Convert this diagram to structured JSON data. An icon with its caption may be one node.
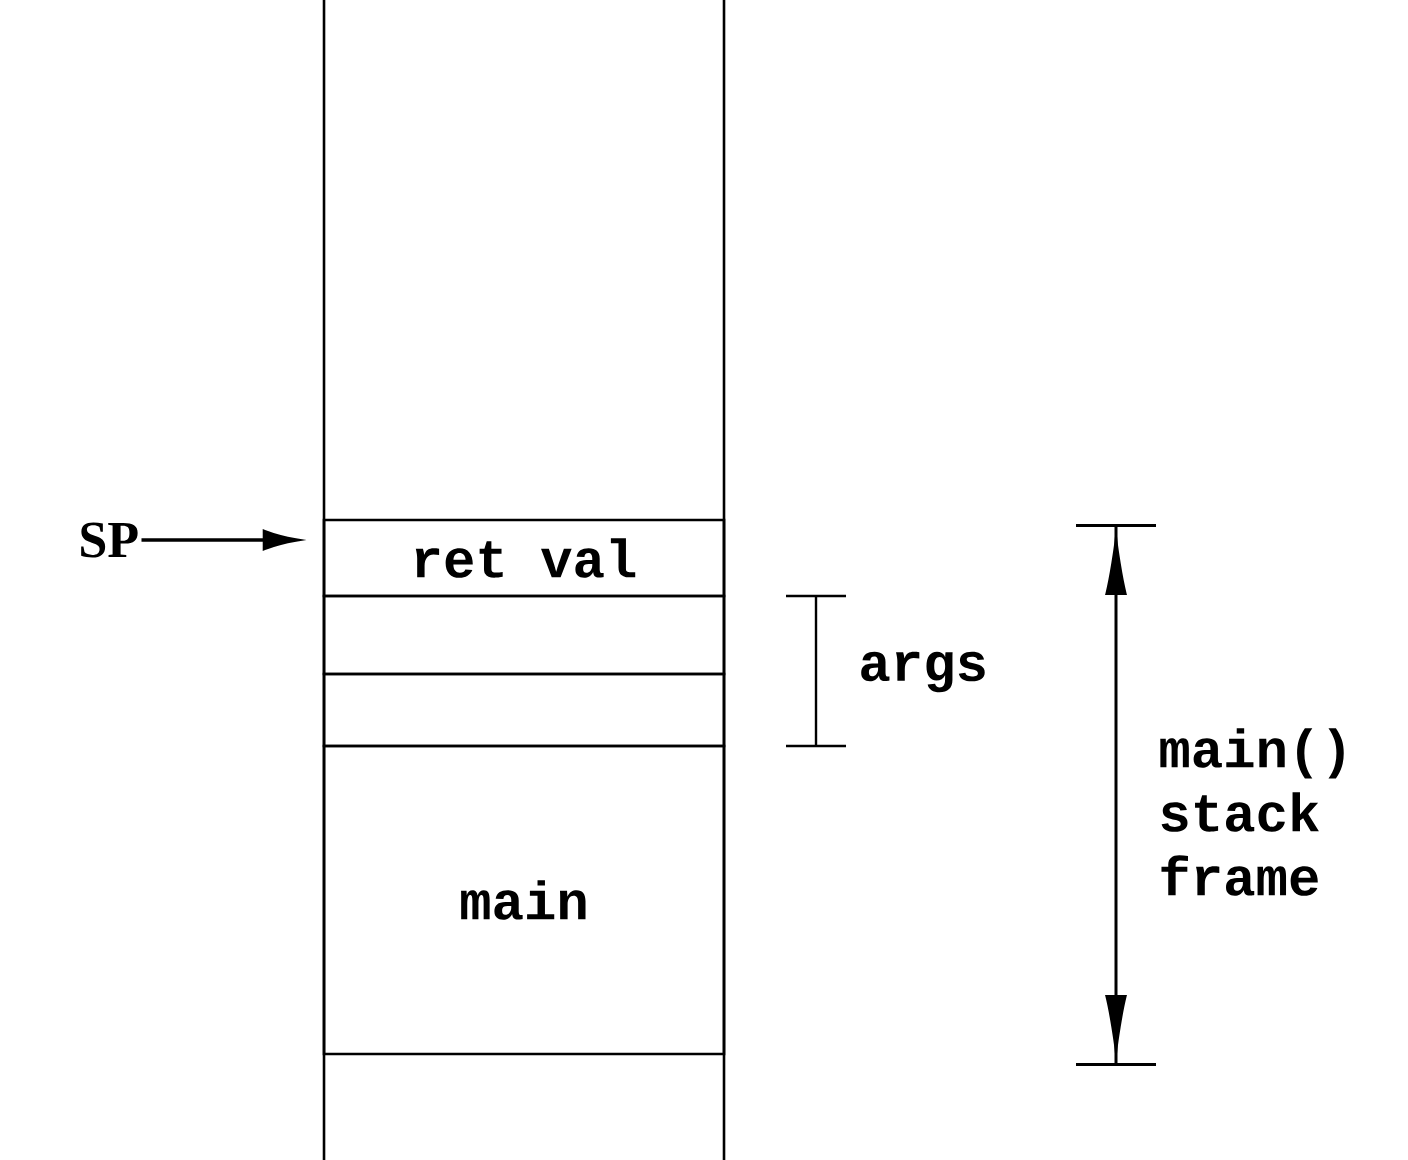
{
  "diagram": {
    "nodes": [
      {
        "text": [
          "SP"
        ]
      },
      {
        "text": [
          "ret val"
        ]
      },
      {
        "text": [],
        "shape": "box"
      },
      {
        "text": [],
        "shape": "box"
      },
      {
        "text": [
          "main"
        ]
      }
    ],
    "edges": [
      {
        "from": 0,
        "to": 1,
        "arrow": "to"
      }
    ],
    "labels": [
      "args",
      "main() stack frame"
    ]
  }
}
